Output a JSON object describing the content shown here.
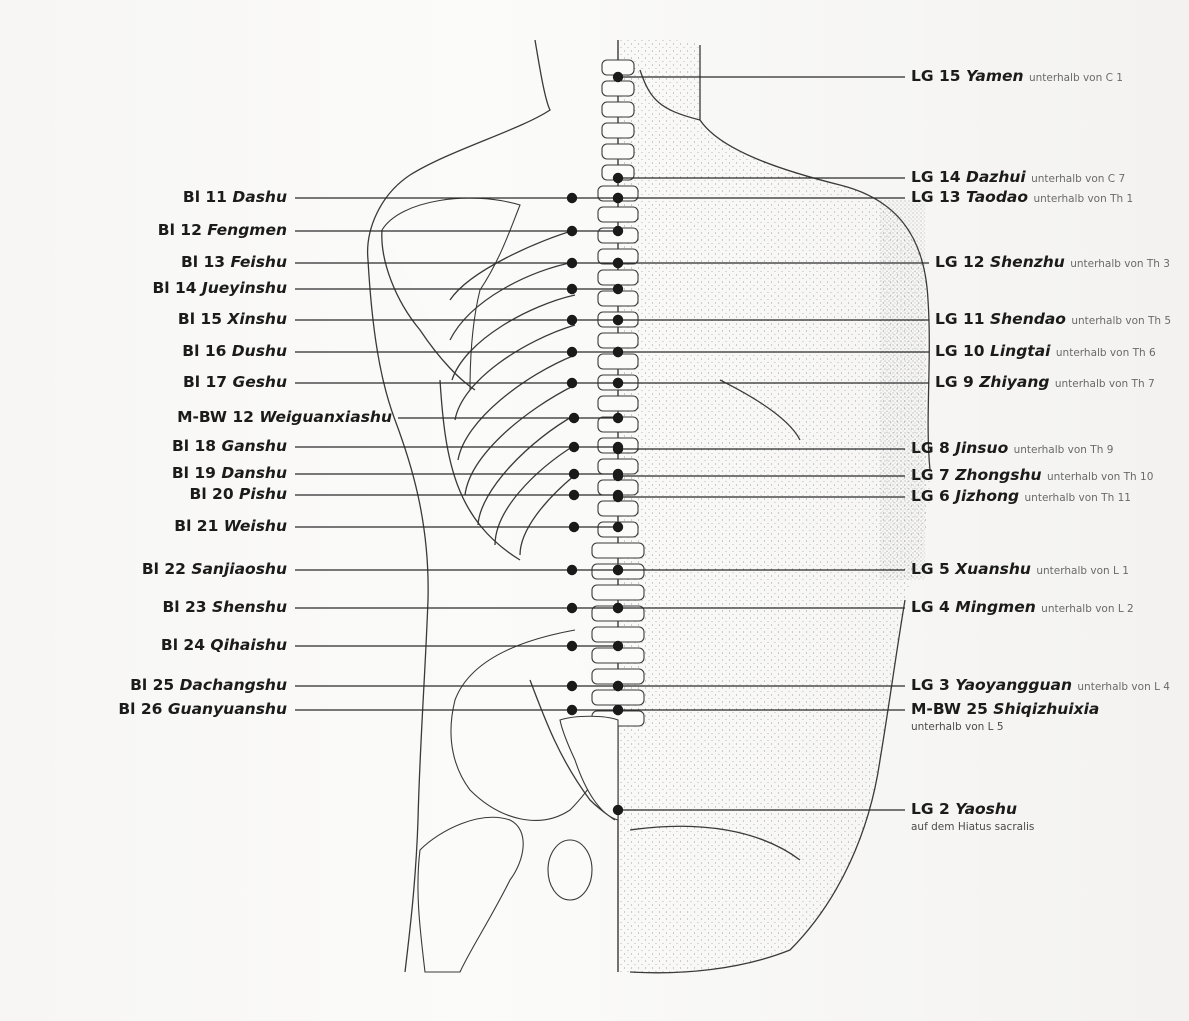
{
  "left_points": [
    {
      "code": "Bl 11",
      "name": "Dashu"
    },
    {
      "code": "Bl 12",
      "name": "Fengmen"
    },
    {
      "code": "Bl 13",
      "name": "Feishu"
    },
    {
      "code": "Bl 14",
      "name": "Jueyinshu"
    },
    {
      "code": "Bl 15",
      "name": "Xinshu"
    },
    {
      "code": "Bl 16",
      "name": "Dushu"
    },
    {
      "code": "Bl 17",
      "name": "Geshu"
    },
    {
      "code": "M-BW 12",
      "name": "Weiguanxiashu"
    },
    {
      "code": "Bl 18",
      "name": "Ganshu"
    },
    {
      "code": "Bl 19",
      "name": "Danshu"
    },
    {
      "code": "Bl 20",
      "name": "Pishu"
    },
    {
      "code": "Bl 21",
      "name": "Weishu"
    },
    {
      "code": "Bl 22",
      "name": "Sanjiaoshu"
    },
    {
      "code": "Bl 23",
      "name": "Shenshu"
    },
    {
      "code": "Bl 24",
      "name": "Qihaishu"
    },
    {
      "code": "Bl 25",
      "name": "Dachangshu"
    },
    {
      "code": "Bl 26",
      "name": "Guanyuanshu"
    }
  ],
  "right_points": [
    {
      "code": "LG 15",
      "name": "Yamen",
      "note": "unterhalb von C 1"
    },
    {
      "code": "LG 14",
      "name": "Dazhui",
      "note": "unterhalb von C 7"
    },
    {
      "code": "LG 13",
      "name": "Taodao",
      "note": "unterhalb von Th 1"
    },
    {
      "code": "LG 12",
      "name": "Shenzhu",
      "note": "unterhalb von Th 3"
    },
    {
      "code": "LG 11",
      "name": "Shendao",
      "note": "unterhalb von Th 5"
    },
    {
      "code": "LG 10",
      "name": "Lingtai",
      "note": "unterhalb von Th 6"
    },
    {
      "code": "LG 9",
      "name": "Zhiyang",
      "note": "unterhalb von Th 7"
    },
    {
      "code": "LG 8",
      "name": "Jinsuo",
      "note": "unterhalb von Th 9"
    },
    {
      "code": "LG 7",
      "name": "Zhongshu",
      "note": "unterhalb von Th 10"
    },
    {
      "code": "LG 6",
      "name": "Jizhong",
      "note": "unterhalb von Th 11"
    },
    {
      "code": "LG 5",
      "name": "Xuanshu",
      "note": "unterhalb von L 1"
    },
    {
      "code": "LG 4",
      "name": "Mingmen",
      "note": "unterhalb von L 2"
    },
    {
      "code": "LG 3",
      "name": "Yaoyangguan",
      "note": "unterhalb von L 4"
    },
    {
      "code": "M-BW 25",
      "name": "Shiqizhuixia",
      "note": "",
      "sub": "unterhalb von L 5"
    },
    {
      "code": "LG 2",
      "name": "Yaoshu",
      "note": "",
      "sub": "auf dem Hiatus sacralis"
    }
  ]
}
